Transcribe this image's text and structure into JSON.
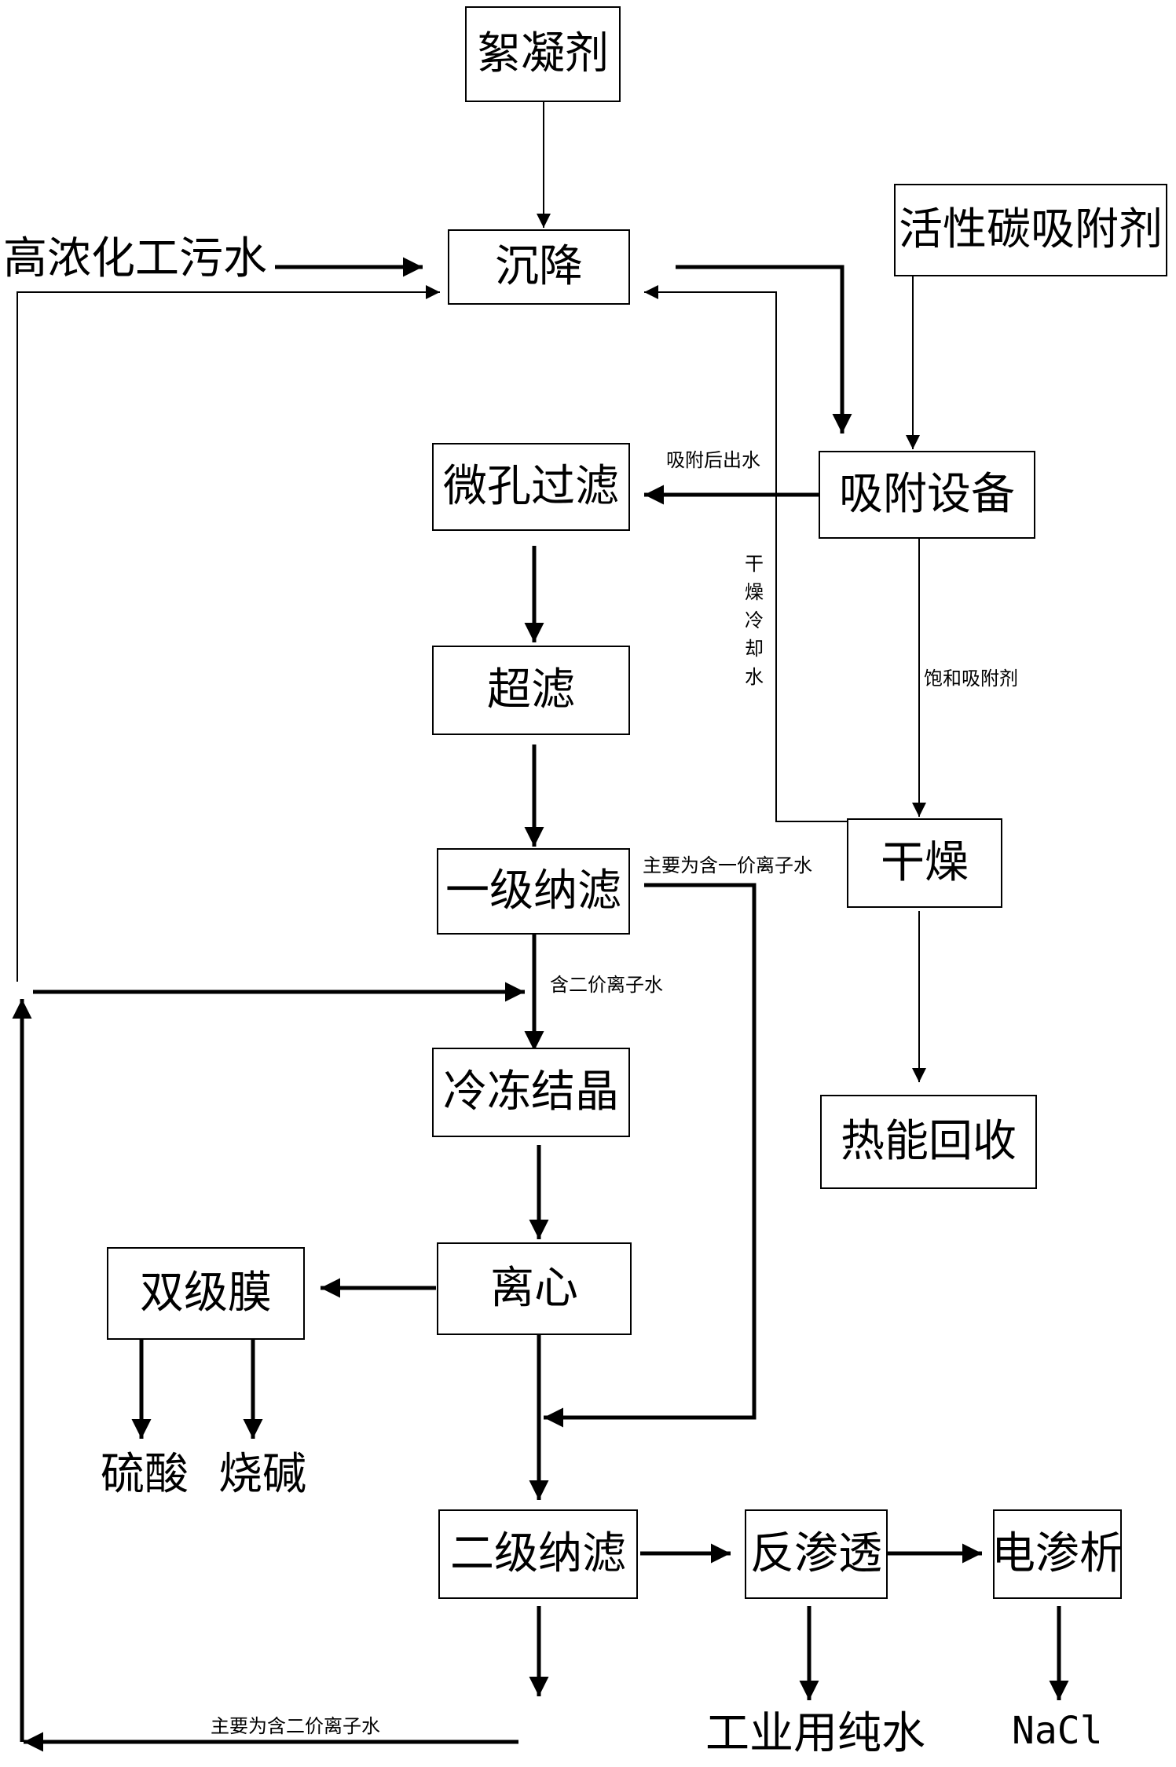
{
  "boxes": {
    "flocculant": "絮凝剂",
    "sedimentation": "沉降",
    "activated_carbon": "活性碳吸附剂",
    "adsorption_equipment": "吸附设备",
    "microporous_filtration": "微孔过滤",
    "ultrafiltration": "超滤",
    "primary_nanofiltration": "一级纳滤",
    "drying": "干燥",
    "heat_recovery": "热能回收",
    "freeze_crystallization": "冷冻结晶",
    "centrifuge": "离心",
    "bipolar_membrane": "双级膜",
    "secondary_nanofiltration": "二级纳滤",
    "reverse_osmosis": "反渗透",
    "electrodialysis": "电渗析"
  },
  "labels": {
    "input_wastewater": "高浓化工污水",
    "post_adsorption_water": "吸附后出水",
    "drying_cooling_water": "干燥冷却水",
    "saturated_adsorbent": "饱和吸附剂",
    "monovalent_water": "主要为含一价离子水",
    "divalent_water": "含二价离子水",
    "divalent_water_main": "主要为含二价离子水"
  },
  "outputs": {
    "sulfuric_acid": "硫酸",
    "caustic_soda": "烧碱",
    "industrial_pure_water": "工业用纯水",
    "nacl": "NaCl"
  }
}
